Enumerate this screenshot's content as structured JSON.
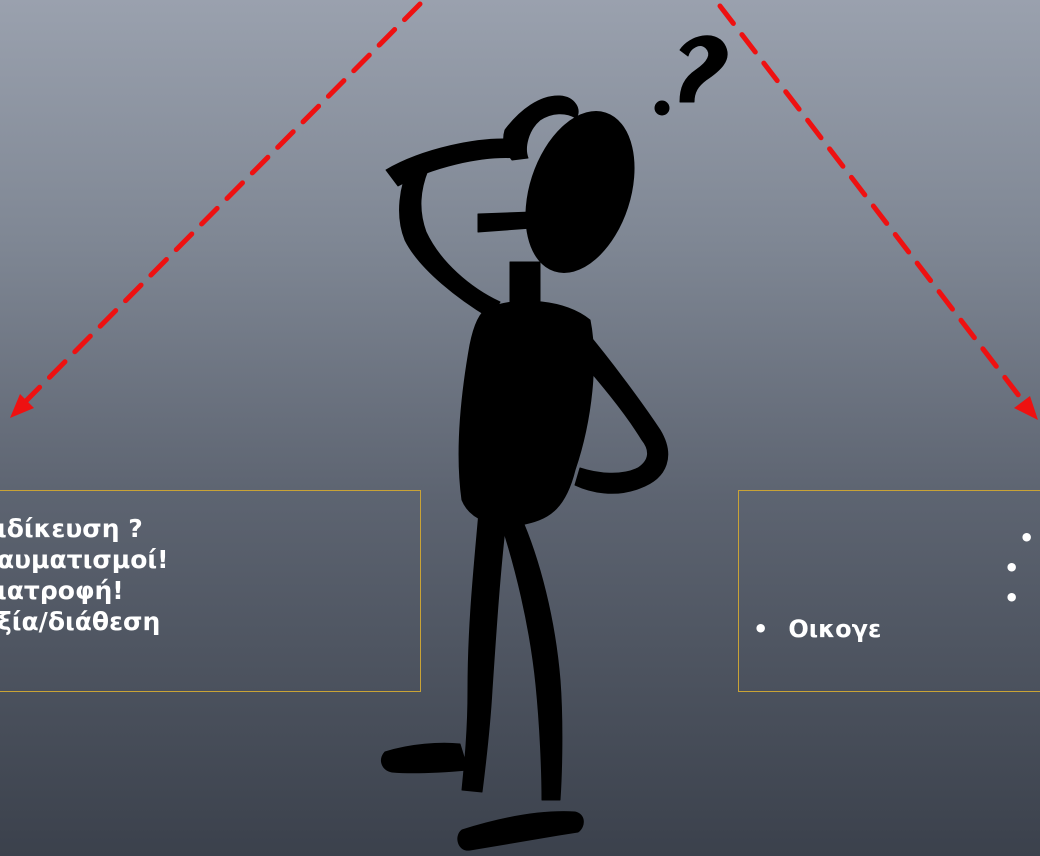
{
  "slide": {
    "left_box": {
      "lines": [
        "ιδίκευση ?",
        "αυματισμοί!",
        "ιατροφή!",
        "ξία/διάθεση"
      ]
    },
    "right_box": {
      "bullet_char": "•",
      "last_item_text": "Οικογε"
    },
    "figure": {
      "question_mark": "?"
    }
  },
  "colors": {
    "arrow": "#ee1111",
    "box_border": "#c9a336",
    "text": "#ffffff",
    "figure": "#000000"
  },
  "icons": {
    "figure": "thinking-person-icon",
    "arrows": "dashed-arrow-icon"
  }
}
